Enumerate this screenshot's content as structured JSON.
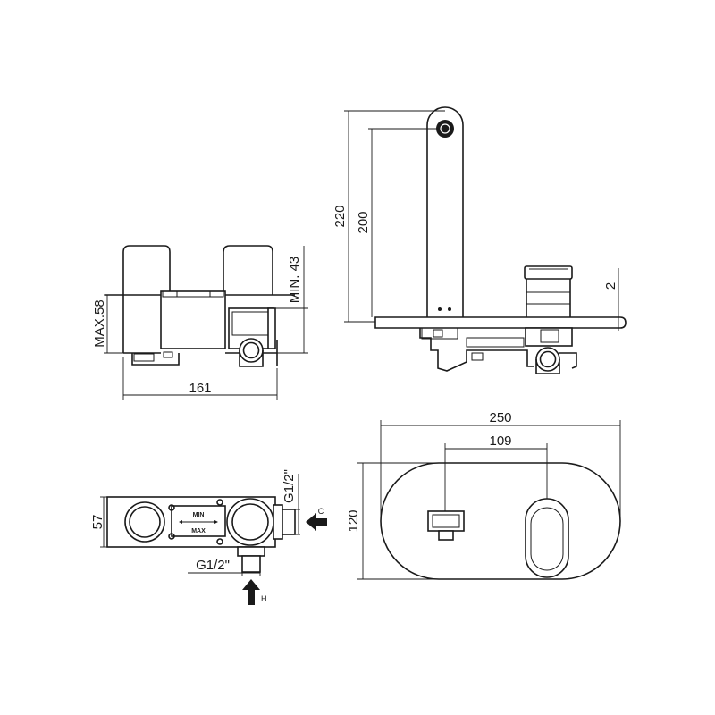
{
  "views": {
    "side_body": {
      "width": "161",
      "max_depth": "MAX.58",
      "min_depth": "MIN. 43"
    },
    "spout_side": {
      "height_total": "220",
      "height_outlet": "200",
      "plate_thickness": "2"
    },
    "top_body": {
      "depth": "57",
      "inlet_cold": "G1/2\"",
      "inlet_hot": "G1/2\"",
      "mark_min": "MIN",
      "mark_max": "MAX",
      "label_cold": "C",
      "label_hot": "H"
    },
    "front_plate": {
      "width": "250",
      "spacing": "109",
      "height": "120"
    }
  }
}
